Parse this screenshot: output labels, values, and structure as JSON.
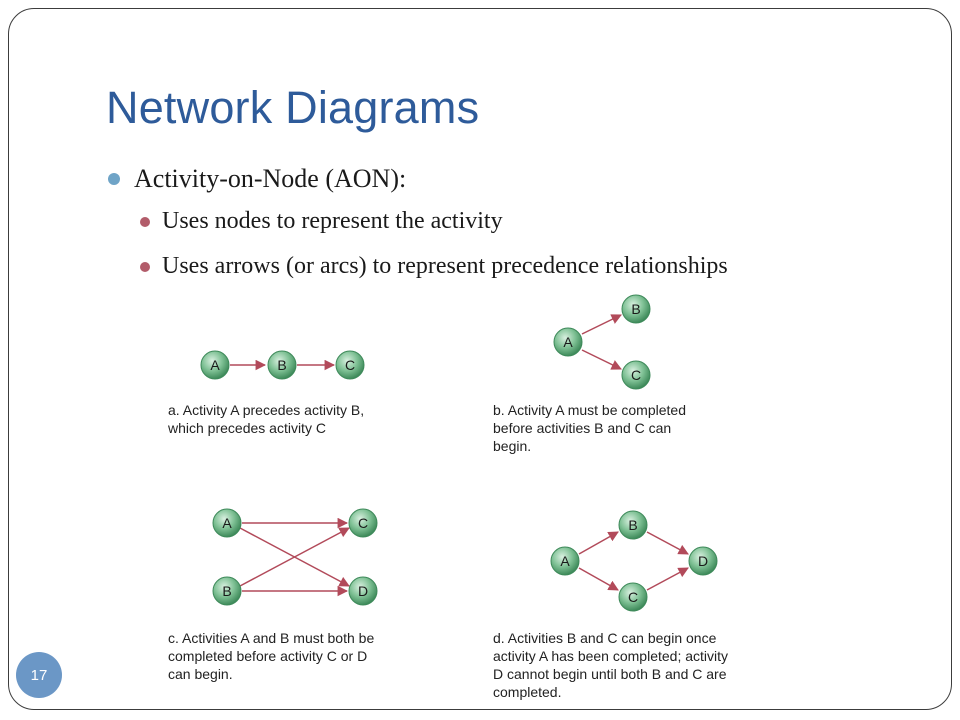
{
  "slide": {
    "title": "Network Diagrams",
    "page_number": "17"
  },
  "bullets": {
    "level1": "Activity-on-Node (AON):",
    "level2": [
      "Uses nodes to represent the activity",
      "Uses arrows (or arcs) to represent precedence relationships"
    ]
  },
  "diagrams": {
    "a": {
      "caption": "a. Activity A precedes activity B,\n    which precedes activity C",
      "nodes": [
        "A",
        "B",
        "C"
      ]
    },
    "b": {
      "caption": "b. Activity A must be completed\n    before activities B and C can\n    begin.",
      "nodes": [
        "A",
        "B",
        "C"
      ]
    },
    "c": {
      "caption": "c. Activities A and B must both be\n    completed before activity C or D\n    can begin.",
      "nodes": [
        "A",
        "B",
        "C",
        "D"
      ]
    },
    "d": {
      "caption": "d. Activities B and C can begin once\n    activity A has been completed; activity\n    D cannot begin until both B and C are\n    completed.",
      "nodes": [
        "A",
        "B",
        "C",
        "D"
      ]
    }
  },
  "colors": {
    "title": "#2e5b9a",
    "node_fill": "#4f9a6a",
    "arrow": "#b24a5a",
    "badge": "#6b97c6"
  }
}
